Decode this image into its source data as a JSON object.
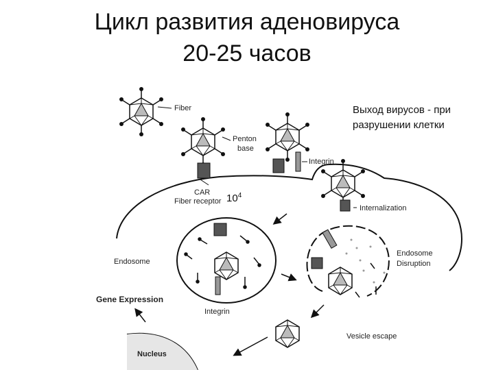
{
  "title_line1": "Цикл развития аденовируса",
  "title_line2": "20-25 часов",
  "caption_line1": "Выход вирусов - при",
  "caption_line2": "разрушении клетки",
  "page_number": "10",
  "page_number_sup": "4",
  "labels": {
    "fiber": "Fiber",
    "penton_base_1": "Penton",
    "penton_base_2": "base",
    "integrin_top": "Integrin",
    "car_1": "CAR",
    "car_2": "Fiber receptor",
    "internalization": "Internalization",
    "endosome": "Endosome",
    "endosome_disruption_1": "Endosome",
    "endosome_disruption_2": "Disruption",
    "gene_expression": "Gene Expression",
    "integrin_bottom": "Integrin",
    "vesicle_escape": "Vesicle escape",
    "nucleus": "Nucleus"
  },
  "colors": {
    "ink": "#111111",
    "line": "#222222",
    "bg": "#ffffff"
  }
}
